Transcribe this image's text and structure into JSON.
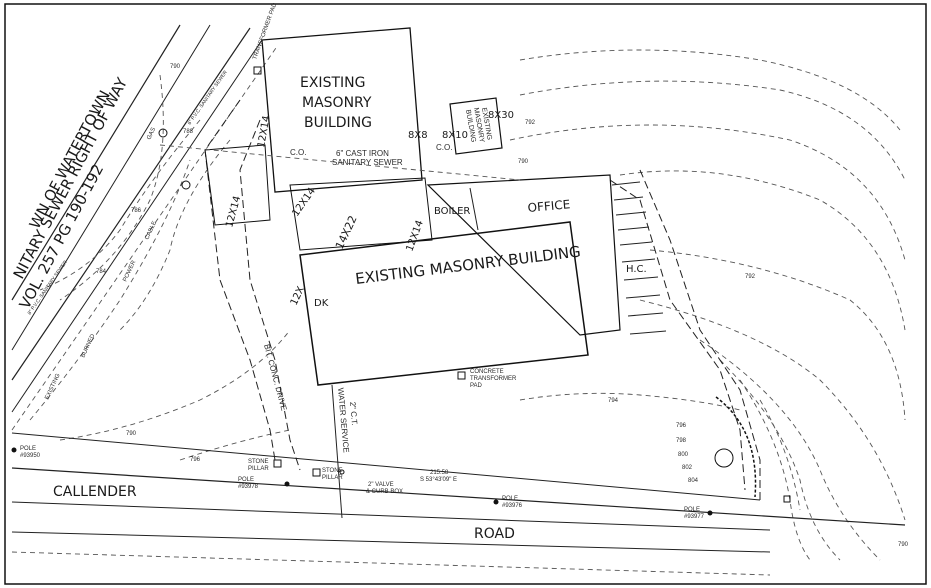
{
  "plan": {
    "row_title_1": "WN OF WATERTOWN",
    "row_title_2": "NITARY SEWER RIGHT OF WAY",
    "row_title_3": "VOL. 257 PG 190-192",
    "row_note_1": "6\" P.V.C. SANITARY SEWER",
    "row_note_2": "8\" P.V.C. SANITARY SEWER",
    "bldg1_l1": "EXISTING",
    "bldg1_l2": "MASONRY",
    "bldg1_l3": "BUILDING",
    "bldg_small_l1": "EXISTING",
    "bldg_small_l2": "MASONRY",
    "bldg_small_l3": "BUILDING",
    "bldg_main": "EXISTING MASONRY BUILDING",
    "boiler": "BOILER",
    "office": "OFFICE",
    "hc": "H.C.",
    "sewer_l1": "6\" CAST IRON",
    "sewer_l2": "SANITARY SEWER",
    "co1": "C.O.",
    "co2": "C.O.",
    "dim_12x14a": "12X14",
    "dim_8x8": "8X8",
    "dim_8x10": "8X10",
    "dim_8x30": "8X30",
    "dim_12x14b": "12X14",
    "dim_12x14c": "12X14",
    "dim_14x22": "14X22",
    "dim_12x14d": "12X14",
    "dim_12x": "12X",
    "dk": "DK",
    "drive_l1": "BIT. CONC. DRIVE",
    "water_l1": "WATER SERVICE",
    "ct": "2\" C.T.",
    "concrete_l1": "CONCRETE",
    "concrete_l2": "TRANSFORMER",
    "concrete_l3": "PAD",
    "transformer_top": "TRANSFORMER PAD",
    "stone1_l1": "STONE",
    "stone1_l2": "PILLAR",
    "stone2_l1": "STONE",
    "stone2_l2": "PILLAR",
    "pole1_l1": "POLE",
    "pole1_l2": "#93950",
    "pole2_l1": "POLE",
    "pole2_l2": "#93978",
    "pole3_l1": "POLE",
    "pole3_l2": "#93976",
    "pole4_l1": "POLE",
    "pole4_l2": "#93977",
    "valve_l1": "2\" VALVE",
    "valve_l2": "& CURB BOX",
    "bearing_l1": "215.58",
    "bearing_l2": "S 53°43'09\" E",
    "road_l1": "CALLENDER",
    "road_l2": "ROAD",
    "power": "POWER",
    "cable": "CABLE",
    "burned": "BURNED",
    "existing": "EXISTING",
    "gas": "GAS",
    "c_790a": "790",
    "c_788": "788",
    "c_792a": "792",
    "c_790b": "790",
    "c_792b": "792",
    "c_786": "786",
    "c_784": "784",
    "c_796": "796",
    "c_798": "798",
    "c_800": "800",
    "c_802": "802",
    "c_804": "804",
    "c_790c": "790",
    "c_794": "794",
    "c_796b": "796",
    "c_790d": "790"
  }
}
